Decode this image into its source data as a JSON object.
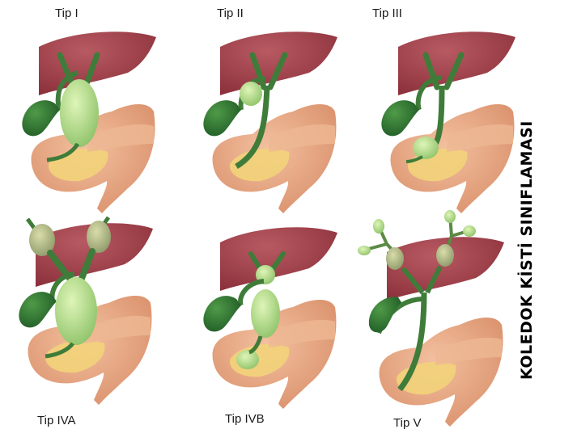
{
  "title": "KOLEDOK KİSTİ SINIFLAMASI",
  "colors": {
    "liver": "#9c3b44",
    "duct": "#3f7c3a",
    "cyst": "#b9e08f",
    "duodenum": "#e7aa85",
    "pancreas": "#f2d37a"
  },
  "panels": [
    {
      "id": "tip-i",
      "label": "Tip I"
    },
    {
      "id": "tip-ii",
      "label": "Tip II"
    },
    {
      "id": "tip-iii",
      "label": "Tip III"
    },
    {
      "id": "tip-iva",
      "label": "Tip IVA"
    },
    {
      "id": "tip-ivb",
      "label": "Tip IVB"
    },
    {
      "id": "tip-v",
      "label": "Tip V"
    }
  ]
}
